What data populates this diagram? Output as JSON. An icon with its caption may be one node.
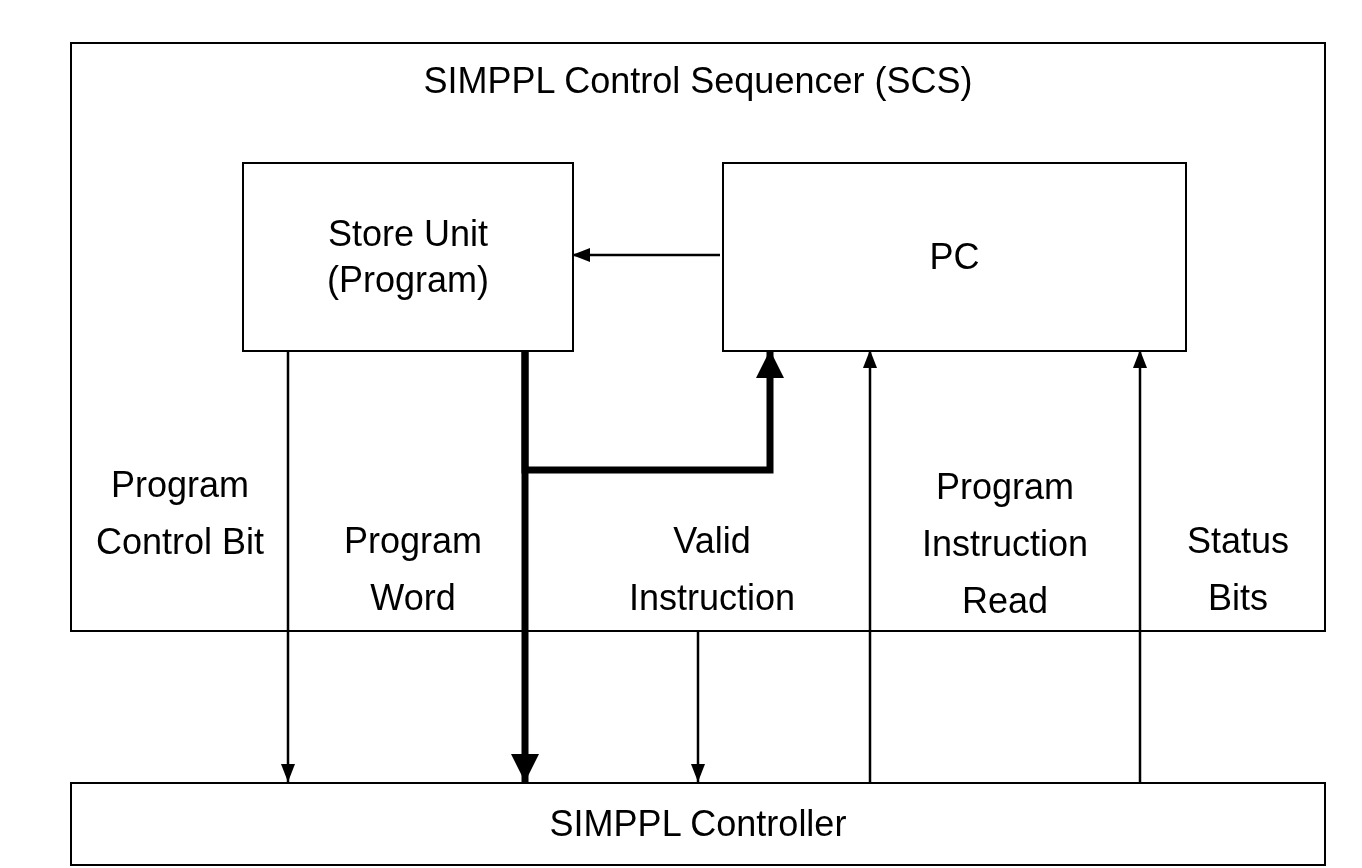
{
  "diagram": {
    "nodes": [
      {
        "text": [
          "SIMPPL Control Sequencer (SCS)"
        ]
      },
      {
        "text": [
          "Store Unit (Program)"
        ],
        "in": 0
      },
      {
        "text": [
          "PC"
        ],
        "in": 0
      },
      {
        "text": [
          "SIMPPL Controller"
        ]
      }
    ],
    "edges": [
      {
        "from": 2,
        "to": 1,
        "arrow": "to"
      },
      {
        "from": 1,
        "to": 3,
        "arrow": "to",
        "label": "Program Control Bit"
      },
      {
        "from": 1,
        "to": 3,
        "arrow": "to",
        "label": "Program Word",
        "style": "thick"
      },
      {
        "from": 1,
        "to": 2,
        "arrow": "to",
        "style": "thick"
      },
      {
        "from": 0,
        "to": 3,
        "arrow": "to",
        "label": "Valid Instruction"
      },
      {
        "from": 3,
        "to": 2,
        "arrow": "to",
        "label": "Program Instruction Read"
      },
      {
        "from": 3,
        "to": 2,
        "arrow": "to",
        "label": "Status Bits"
      }
    ]
  }
}
